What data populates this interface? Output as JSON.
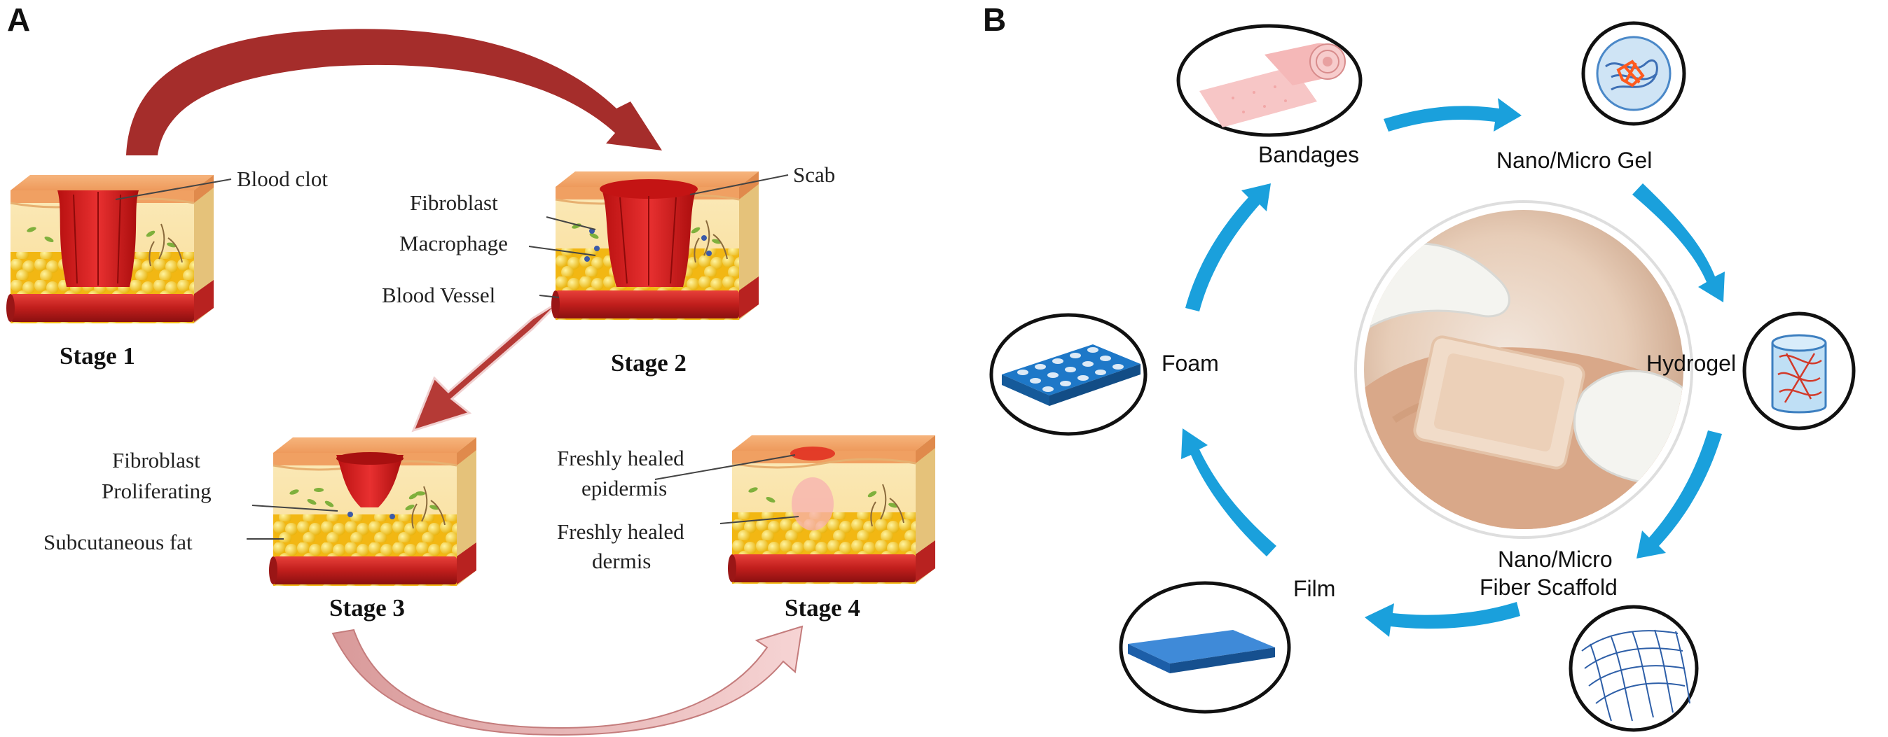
{
  "panel_a": {
    "letter": "A",
    "stages": [
      {
        "label": "Stage 1",
        "annotations": [
          "Blood clot"
        ]
      },
      {
        "label": "Stage 2",
        "annotations": [
          "Scab",
          "Fibroblast",
          "Macrophage",
          "Blood Vessel"
        ]
      },
      {
        "label": "Stage 3",
        "annotations": [
          "Fibroblast",
          "Proliferating",
          "Subcutaneous fat"
        ]
      },
      {
        "label": "Stage 4",
        "annotations": [
          "Freshly healed",
          "epidermis",
          "Freshly healed",
          "dermis"
        ]
      }
    ],
    "colors": {
      "arrow_dark": "#a52a2a",
      "arrow_light": "#e8b4b4",
      "clot": "#d81e1e",
      "fat": "#f5c518",
      "vessel": "#c0201e",
      "skin_top": "#f3a66a"
    }
  },
  "panel_b": {
    "letter": "B",
    "items": [
      {
        "label": "Bandages",
        "icon": "bandage-roll-icon"
      },
      {
        "label": "Nano/Micro Gel",
        "icon": "gel-particle-icon"
      },
      {
        "label": "Hydrogel",
        "icon": "hydrogel-cylinder-icon"
      },
      {
        "label_line1": "Nano/Micro",
        "label_line2": "Fiber Scaffold",
        "icon": "fiber-scaffold-icon"
      },
      {
        "label": "Film",
        "icon": "film-sheet-icon"
      },
      {
        "label": "Foam",
        "icon": "foam-block-icon"
      }
    ],
    "center_image": "hands-applying-dressing-photo",
    "colors": {
      "cycle_arrow": "#1aa0dc",
      "foam": "#1e78c8",
      "film": "#1e6fbf"
    }
  }
}
